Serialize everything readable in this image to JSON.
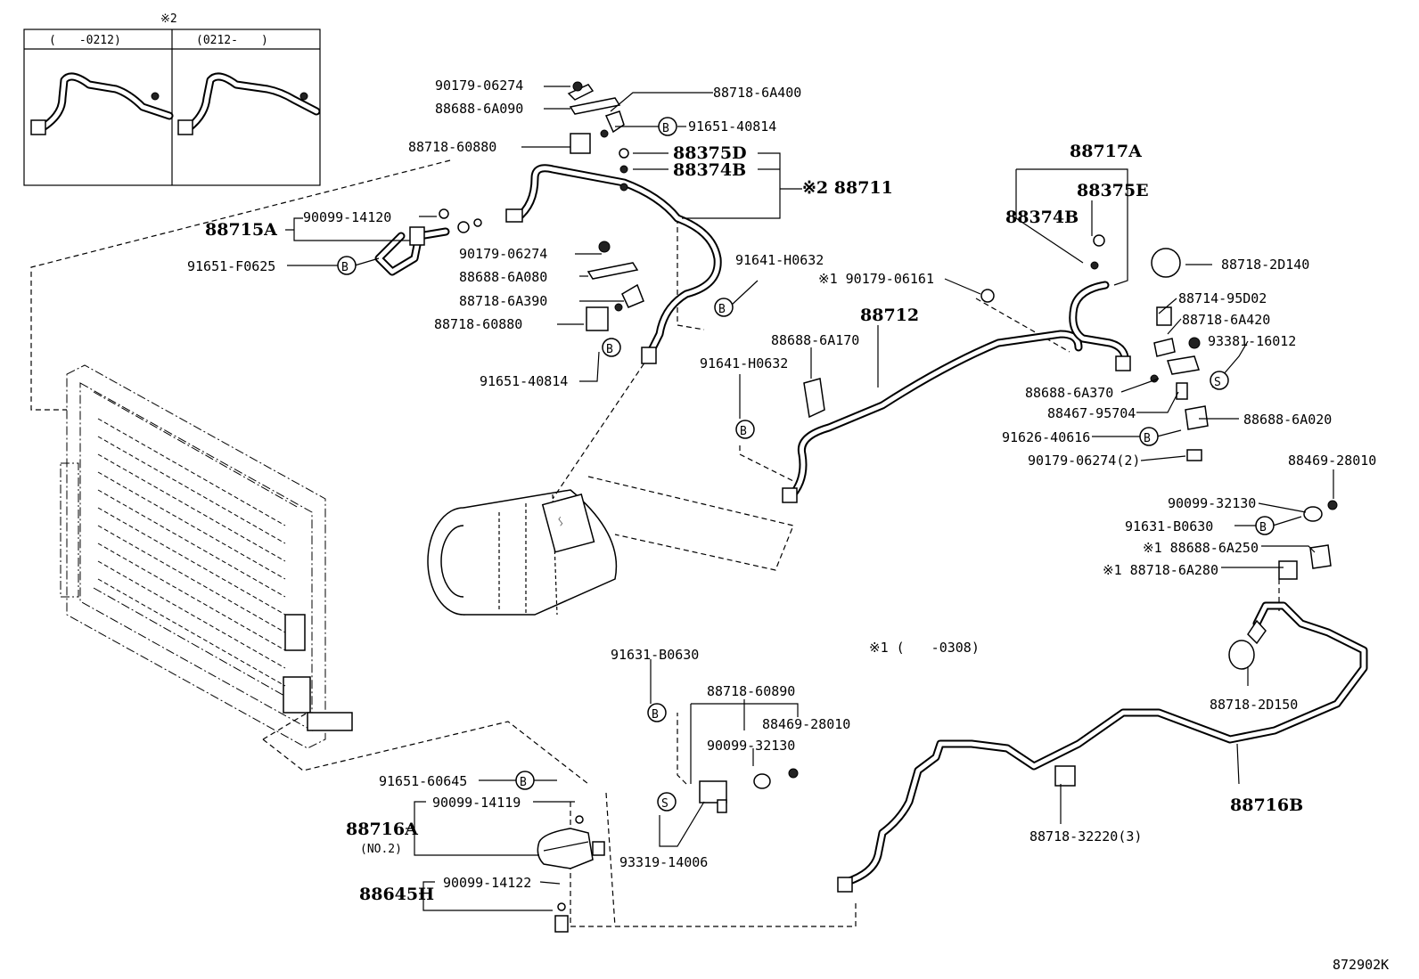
{
  "diagram_id": "872902K",
  "inset": {
    "title_mark": "※2",
    "left_header": "(　　-0212)",
    "right_header": "(0212-　　)"
  },
  "note_1": "※1 (　　-0308)",
  "labels": {
    "p90179_06274_a": "90179-06274",
    "p88688_6A090": "88688-6A090",
    "p88718_6A400": "88718-6A400",
    "p91651_40814_a": "91651-40814",
    "p88718_60880_a": "88718-60880",
    "p88375D": "88375D",
    "p88374B_a": "88374B",
    "p88711": "※2 88711",
    "p88715A": "88715A",
    "p90099_14120": "90099-14120",
    "p91651_F0625": "91651-F0625",
    "p90179_06274_b": "90179-06274",
    "p88688_6A080": "88688-6A080",
    "p88718_6A390": "88718-6A390",
    "p88718_60880_b": "88718-60880",
    "p91651_40814_b": "91651-40814",
    "p91641_H0632_a": "91641-H0632",
    "p88717A": "88717A",
    "p88375E": "88375E",
    "p88374B_b": "88374B",
    "p88718_2D140": "88718-2D140",
    "p90179_06161": "※1 90179-06161",
    "p88712": "88712",
    "p88714_95D02": "88714-95D02",
    "p88718_6A420": "88718-6A420",
    "p93381_16012": "93381-16012",
    "p88688_6A170": "88688-6A170",
    "p91641_H0632_b": "91641-H0632",
    "p88688_6A370": "88688-6A370",
    "p88467_95704": "88467-95704",
    "p88688_6A020": "88688-6A020",
    "p91626_40616": "91626-40616",
    "p90179_06274_c": "90179-06274(2)",
    "p88469_28010_a": "88469-28010",
    "p90099_32130_a": "90099-32130",
    "p91631_B0630_a": "91631-B0630",
    "p88688_6A250": "※1 88688-6A250",
    "p88718_6A280": "※1 88718-6A280",
    "p88718_2D150": "88718-2D150",
    "p88716B": "88716B",
    "p91631_B0630_b": "91631-B0630",
    "p88718_60890": "88718-60890",
    "p88469_28010_b": "88469-28010",
    "p90099_32130_b": "90099-32130",
    "p91651_60645": "91651-60645",
    "p90099_14119": "90099-14119",
    "p88716A": "88716A",
    "p88716A_sub": "(NO.2)",
    "p93319_14006": "93319-14006",
    "p90099_14122": "90099-14122",
    "p88645H": "88645H",
    "p88718_32220": "88718-32220(3)"
  },
  "symbols": {
    "bolt": "B",
    "screw": "S"
  }
}
